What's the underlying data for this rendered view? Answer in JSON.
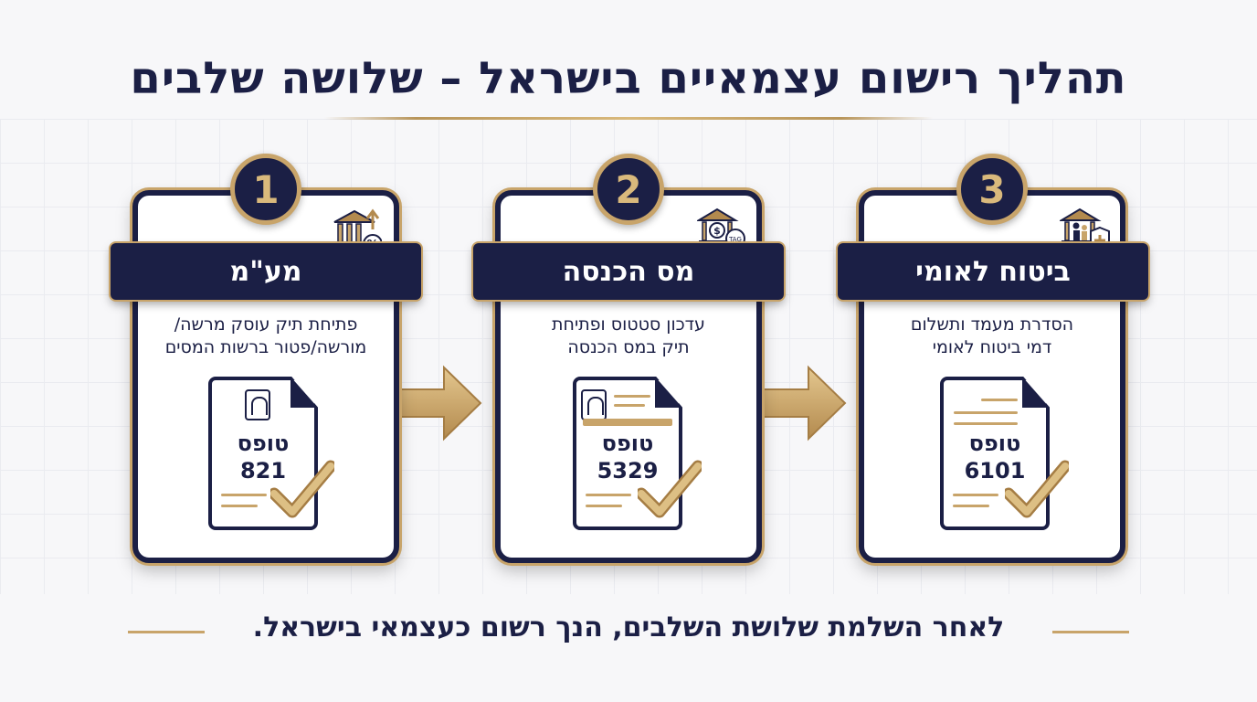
{
  "title": "תהליך רישום עצמאיים בישראל – שלושה שלבים",
  "steps": [
    {
      "number": "1",
      "name": "מע\"מ",
      "desc_line1": "פתיחת תיק עוסק מרשה/",
      "desc_line2": "מורשה/פטור ברשות המסים",
      "form_label": "טופס",
      "form_number": "821"
    },
    {
      "number": "2",
      "name": "מס הכנסה",
      "desc_line1": "עדכון סטטוס ופתיחת",
      "desc_line2": "תיק במס הכנסה",
      "form_label": "טופס",
      "form_number": "5329",
      "icon_tag": "TAG"
    },
    {
      "number": "3",
      "name": "ביטוח לאומי",
      "desc_line1": "הסדרת מעמד ותשלום",
      "desc_line2": "דמי ביטוח לאומי",
      "form_label": "טופס",
      "form_number": "6101"
    }
  ],
  "footer": "לאחר השלמת שלושת השלבים, הנך רשום כעצמאי בישראל.",
  "colors": {
    "navy": "#1b1f45",
    "gold": "#c8a46a",
    "background": "#f7f7f9"
  },
  "icons": [
    "bank-percent-icon",
    "bank-coin-tag-icon",
    "bank-family-shield-icon",
    "document-icon",
    "check-icon",
    "arrow-right-icon"
  ]
}
